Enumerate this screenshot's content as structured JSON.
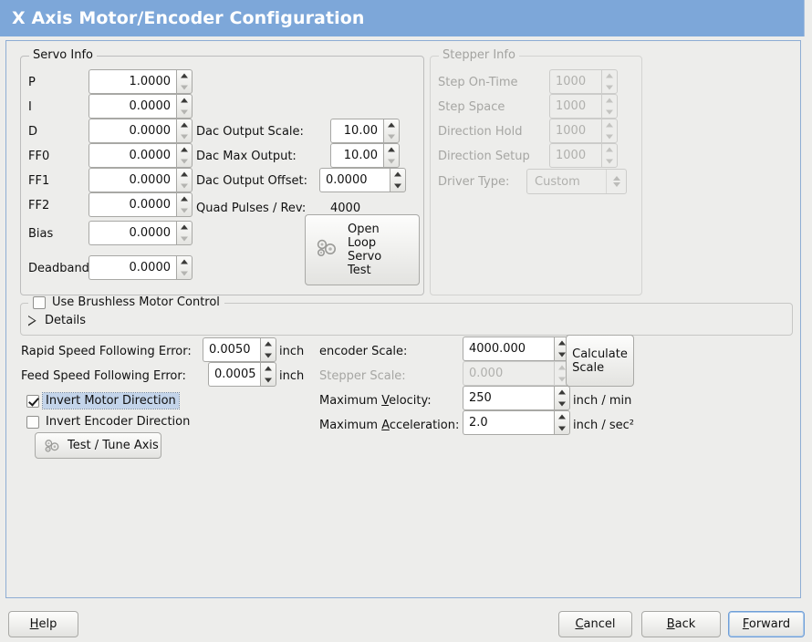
{
  "window": {
    "title": "X Axis Motor/Encoder Configuration",
    "title_bg": "#7da7d9",
    "bg": "#ededeb"
  },
  "servo_info": {
    "legend": "Servo Info",
    "rows": [
      {
        "label": "P",
        "value": "1.0000"
      },
      {
        "label": "I",
        "value": "0.0000"
      },
      {
        "label": "D",
        "value": "0.0000"
      },
      {
        "label": "FF0",
        "value": "0.0000"
      },
      {
        "label": "FF1",
        "value": "0.0000"
      },
      {
        "label": "FF2",
        "value": "0.0000"
      },
      {
        "label": "Bias",
        "value": "0.0000"
      },
      {
        "label": "Deadband",
        "value": "0.0000"
      }
    ],
    "dac": [
      {
        "label": "Dac Output Scale:",
        "value": "10.00"
      },
      {
        "label": "Dac Max Output:",
        "value": "10.00"
      },
      {
        "label": "Dac Output Offset:",
        "value": "0.0000"
      }
    ],
    "quad_label": "Quad Pulses / Rev:",
    "quad_value": "4000",
    "open_loop_button": {
      "lines": [
        "Open",
        "Loop",
        "Servo",
        "Test"
      ],
      "icon": "gears-icon"
    }
  },
  "stepper_info": {
    "legend": "Stepper Info",
    "disabled": true,
    "rows": [
      {
        "label": "Step On-Time",
        "value": "1000"
      },
      {
        "label": "Step Space",
        "value": "1000"
      },
      {
        "label": "Direction Hold",
        "value": "1000"
      },
      {
        "label": "Direction Setup",
        "value": "1000"
      }
    ],
    "driver_type_label": "Driver Type:",
    "driver_type_value": "Custom"
  },
  "brushless": {
    "checkbox_label": "Use Brushless Motor Control",
    "checked": false,
    "details_label": "Details",
    "details_expanded": false
  },
  "errors": {
    "rapid_label": "Rapid Speed Following Error:",
    "rapid_value": "0.0050",
    "rapid_unit": "inch",
    "feed_label": "Feed Speed Following Error:",
    "feed_value": "0.0005",
    "feed_unit": "inch"
  },
  "invert": {
    "motor_label": "Invert Motor Direction",
    "motor_checked": true,
    "motor_focused": true,
    "encoder_label": "Invert Encoder Direction",
    "encoder_checked": false
  },
  "test_tune_button": {
    "label": "Test / Tune Axis",
    "icon": "gears-icon"
  },
  "scale": {
    "encoder_label": "encoder Scale:",
    "encoder_value": "4000.000",
    "stepper_label": "Stepper Scale:",
    "stepper_value": "0.000",
    "stepper_disabled": true,
    "calculate_button_lines": [
      "Calculate",
      "Scale"
    ],
    "max_velocity_label_pre": "Maximum ",
    "max_velocity_label_mnemonic": "V",
    "max_velocity_label_post": "elocity:",
    "max_velocity_value": "250",
    "max_velocity_unit": "inch / min",
    "max_accel_label_pre": "Maximum ",
    "max_accel_label_mnemonic": "A",
    "max_accel_label_post": "cceleration:",
    "max_accel_value": "2.0",
    "max_accel_unit": "inch / sec²"
  },
  "buttons": {
    "help": {
      "pre": "",
      "mnemonic": "H",
      "post": "elp"
    },
    "cancel": {
      "pre": "",
      "mnemonic": "C",
      "post": "ancel"
    },
    "back": {
      "pre": "",
      "mnemonic": "B",
      "post": "ack"
    },
    "forward": {
      "pre": "",
      "mnemonic": "F",
      "post": "orward",
      "focused": true
    }
  }
}
